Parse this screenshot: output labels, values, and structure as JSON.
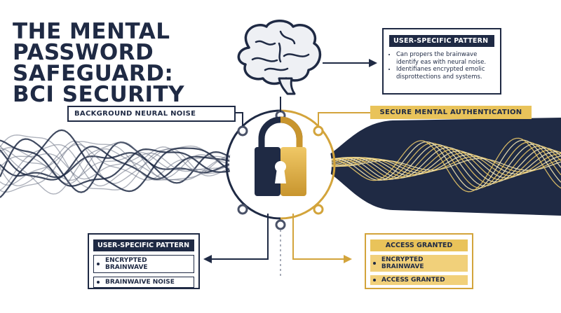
{
  "title": {
    "line1": "The Mental",
    "line2": "Password",
    "line3": "Safeguard:",
    "line4": "BCI Security"
  },
  "top_right_box": {
    "header": "User-Specific Pattern",
    "items": [
      "Can propers the brainwave identify eas with neural noise.",
      "Identifianes encrypted emolic disprottections and systems."
    ]
  },
  "labels": {
    "background_noise": "Background Neural Noise",
    "secure_auth": "Secure Mental Authentication"
  },
  "bottom_left_box": {
    "header": "User-Specific Pattern",
    "items": [
      "Encrypted Brainwave",
      "Brainwaive Noise"
    ]
  },
  "bottom_right_box": {
    "header": "Access Granted",
    "items": [
      "Encrypted Brainwave",
      "Access Granted"
    ]
  },
  "icons": [
    "brain-icon",
    "padlock-icon",
    "keyhole-icon"
  ],
  "colors": {
    "navy": "#1f2a44",
    "gold": "#e9c35a",
    "gold_dark": "#d3a43b",
    "noise_grey": "#6b7285"
  }
}
